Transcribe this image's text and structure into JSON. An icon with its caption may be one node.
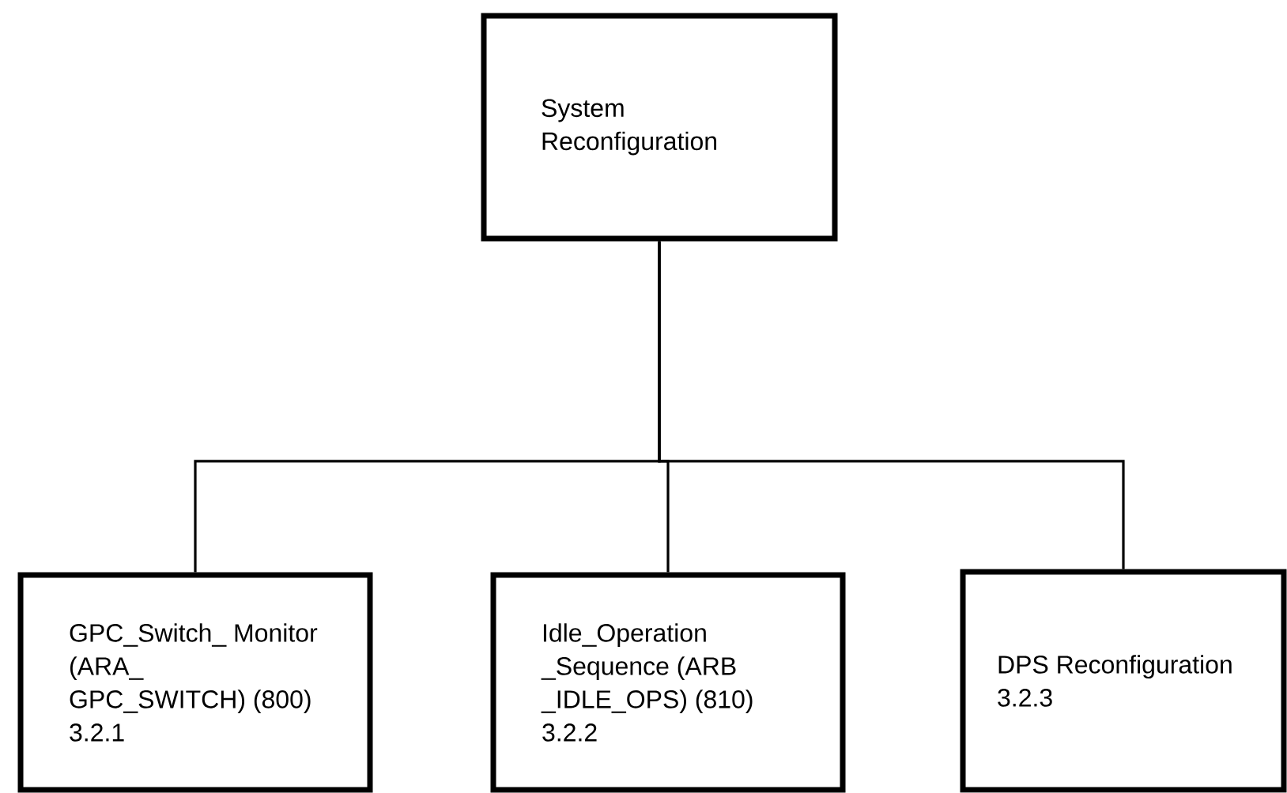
{
  "diagram": {
    "nodes": [
      {
        "text": [
          "System Reconfiguration"
        ]
      },
      {
        "text": [
          "GPC_Switch_ Monitor (ARA_ GPC_SWITCH) (800) 3.2.1"
        ]
      },
      {
        "text": [
          "Idle_Operation _Sequence (ARB _IDLE_OPS) (810) 3.2.2"
        ]
      },
      {
        "text": [
          "DPS Reconfiguration 3.2.3"
        ]
      }
    ],
    "edges": [
      {
        "from": 0,
        "to": 1,
        "arrow": "none"
      },
      {
        "from": 0,
        "to": 2,
        "arrow": "none"
      },
      {
        "from": 0,
        "to": 3,
        "arrow": "none"
      }
    ]
  }
}
